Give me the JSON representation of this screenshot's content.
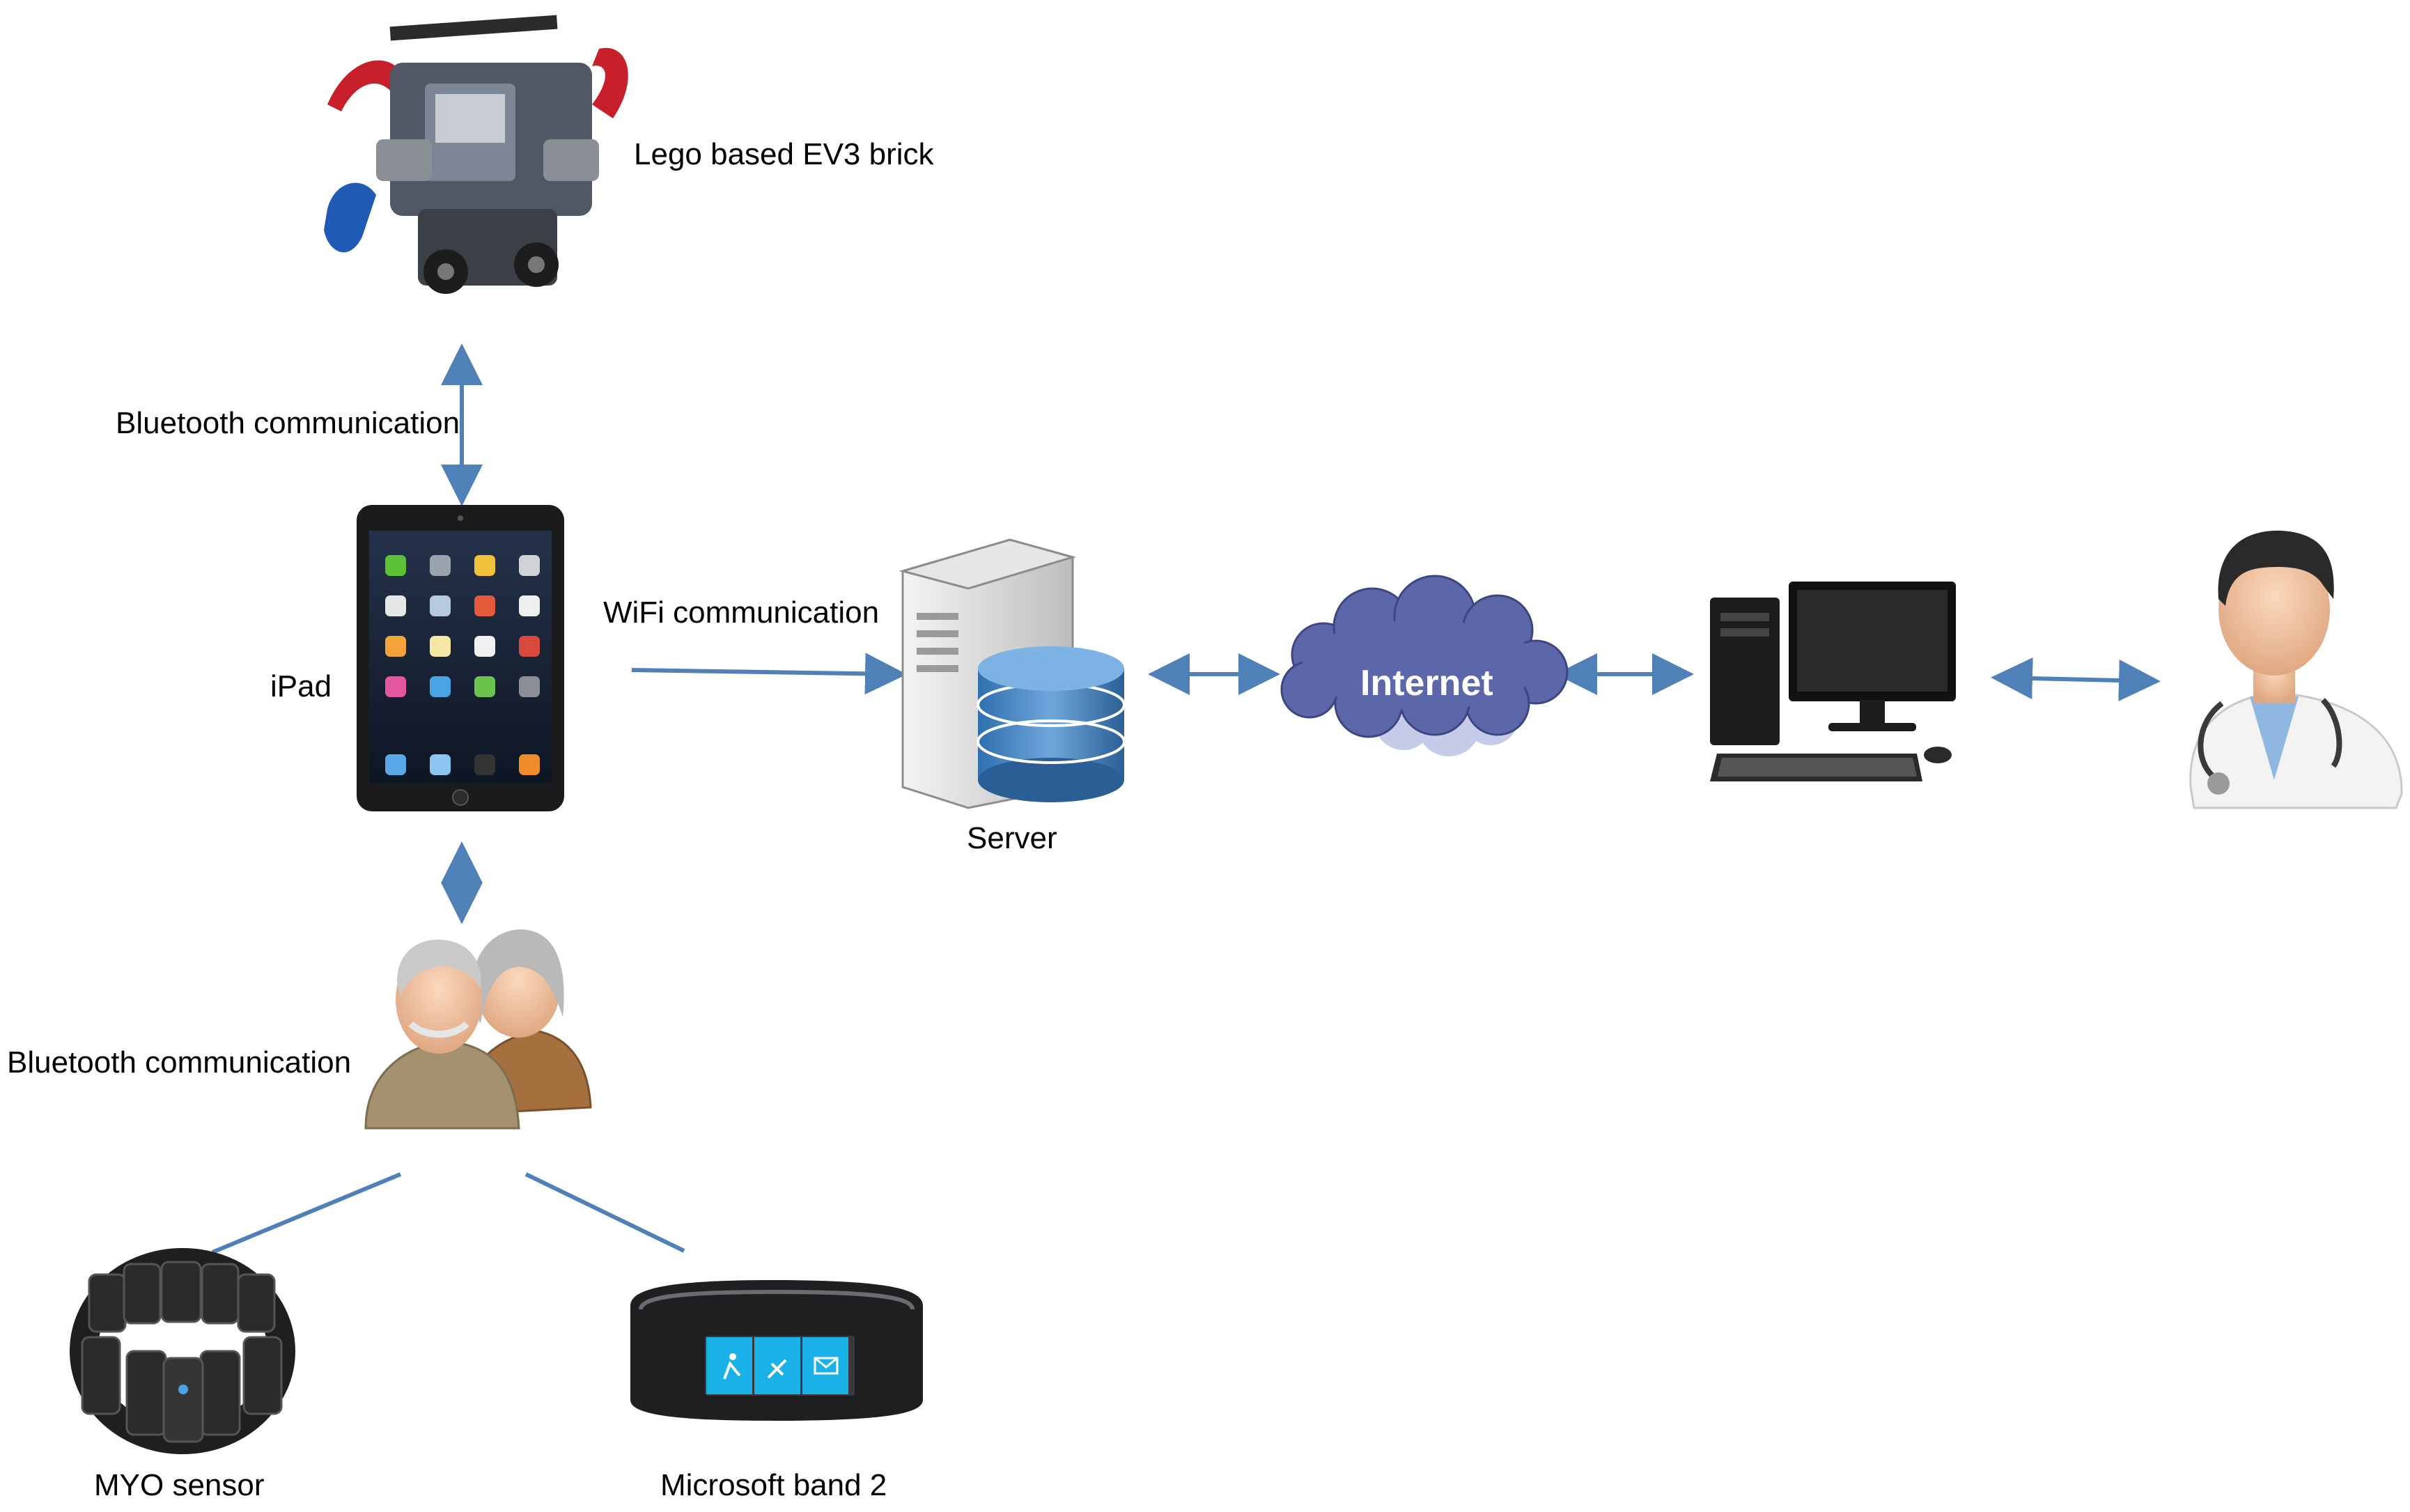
{
  "labels": {
    "ev3": "Lego based EV3 brick",
    "bt_top": "Bluetooth communication",
    "ipad": "iPad",
    "wifi": "WiFi communication",
    "server": "Server",
    "internet": "Internet",
    "bt_bottom": "Bluetooth communication",
    "myo": "MYO sensor",
    "band": "Microsoft band 2"
  },
  "band_tiles": [
    "run-icon",
    "satellite-icon",
    "mail-icon"
  ],
  "colors": {
    "connector": "#4f81b8",
    "cloud": "#5b67a8",
    "band_screen": "#1ab0e8"
  }
}
